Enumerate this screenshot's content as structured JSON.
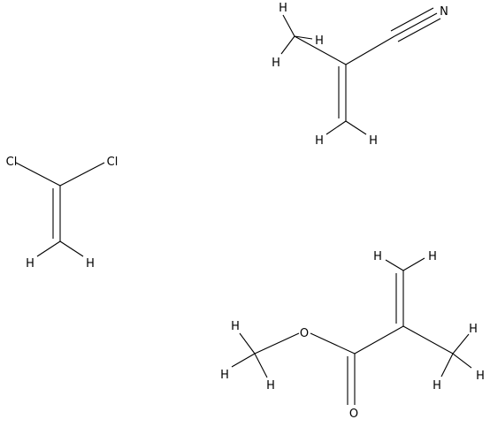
{
  "colors": {
    "background": "#ffffff",
    "ink": "#000000"
  },
  "molecules": {
    "methacrylonitrile": {
      "atoms": {
        "h_top": "H",
        "h_left": "H",
        "h_mid": "H",
        "n": "N",
        "h_bl": "H",
        "h_br": "H"
      }
    },
    "vinylidene_chloride": {
      "atoms": {
        "cl_left": "Cl",
        "cl_right": "Cl",
        "h_left": "H",
        "h_right": "H"
      }
    },
    "methyl_methacrylate": {
      "atoms": {
        "h_tl": "H",
        "h_tr": "H",
        "h_me_top": "H",
        "h_me_left": "H",
        "h_me_bot": "H",
        "o_ester": "O",
        "o_carbonyl": "O",
        "h_r_top": "H",
        "h_r_right": "H",
        "h_r_bot": "H"
      }
    }
  }
}
